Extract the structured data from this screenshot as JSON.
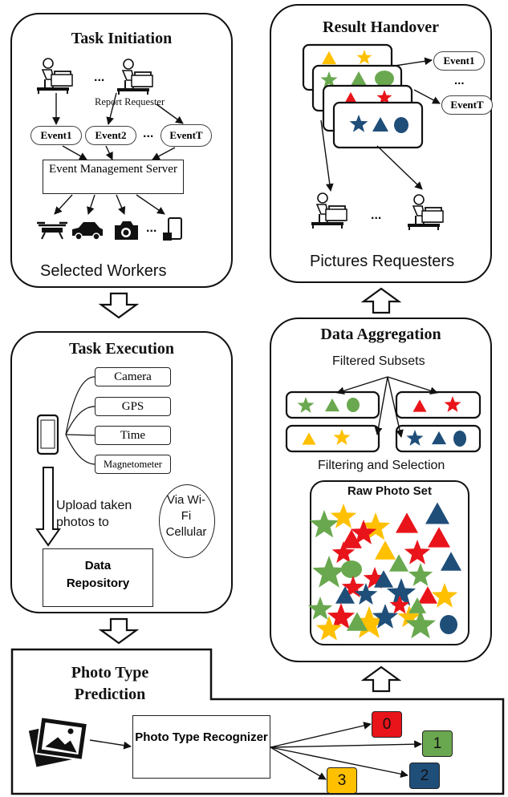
{
  "task_initiation": {
    "title": "Task Initiation",
    "report_requester": "Report Requester",
    "ellipsis": "...",
    "events": [
      "Event1",
      "Event2",
      "EventT"
    ],
    "server_label": "Event Management Server",
    "selected_workers": "Selected Workers",
    "icons": [
      "person-at-desk-icon",
      "drone-icon",
      "car-icon",
      "camera-icon",
      "smartphone-icon"
    ]
  },
  "task_execution": {
    "title": "Task Execution",
    "sensors": [
      "Camera",
      "GPS",
      "Time",
      "Magnetometer"
    ],
    "upload_text": "Upload taken photos to",
    "via_text": "Via Wi-Fi Cellular",
    "repository": "Data Repository"
  },
  "photo_type_prediction": {
    "title": "Photo Type Prediction",
    "recognizer": "Photo Type Recognizer",
    "classes": [
      {
        "label": "0",
        "color": "#e8141a"
      },
      {
        "label": "1",
        "color": "#6aa84f"
      },
      {
        "label": "2",
        "color": "#1f4e79"
      },
      {
        "label": "3",
        "color": "#ffc000"
      }
    ]
  },
  "result_handover": {
    "title": "Result Handover",
    "events": [
      "Event1",
      "EventT"
    ],
    "ellipsis": "...",
    "pictures_requesters": "Pictures Requesters"
  },
  "data_aggregation": {
    "title": "Data Aggregation",
    "filtered_subsets": "Filtered Subsets",
    "filtering_selection": "Filtering and Selection",
    "raw_photo_set": "Raw Photo Set"
  },
  "colors": {
    "red": "#e8141a",
    "green": "#6aa84f",
    "blue": "#1f4e79",
    "yellow": "#ffc000"
  }
}
